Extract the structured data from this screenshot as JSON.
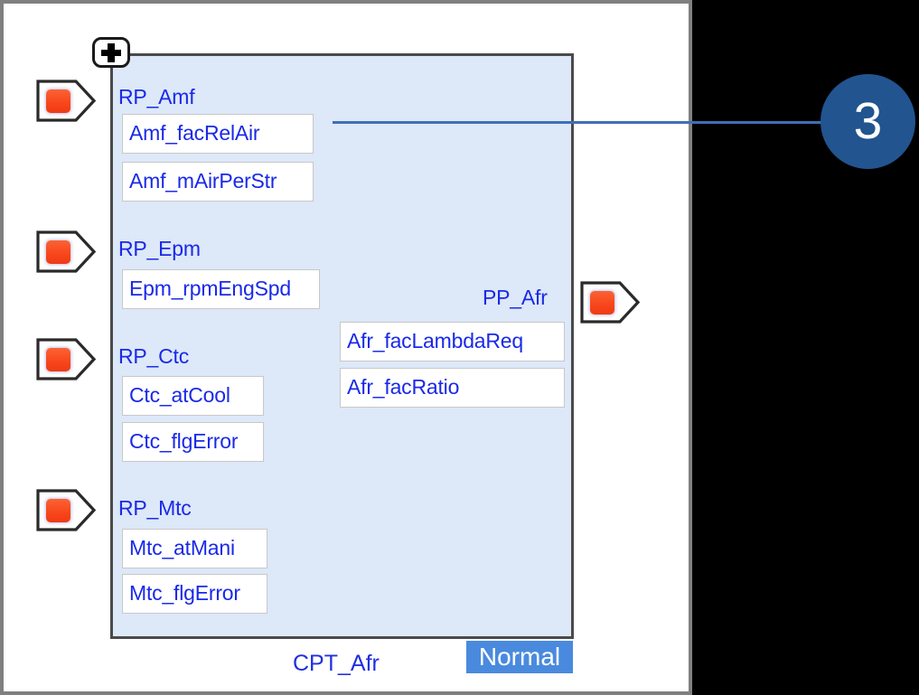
{
  "component": {
    "name": "CPT_Afr",
    "status_badge": "Normal",
    "expand_icon": "plus-icon",
    "background_color": "#dde8f8",
    "border_color": "#4a4a4a",
    "text_color": "#1a29e8"
  },
  "require_ports": [
    {
      "label": "RP_Amf",
      "port_icon": "require-port-icon",
      "elements": [
        "Amf_facRelAir",
        "Amf_mAirPerStr"
      ]
    },
    {
      "label": "RP_Epm",
      "port_icon": "require-port-icon",
      "elements": [
        "Epm_rpmEngSpd"
      ]
    },
    {
      "label": "RP_Ctc",
      "port_icon": "require-port-icon",
      "elements": [
        "Ctc_atCool",
        "Ctc_flgError"
      ]
    },
    {
      "label": "RP_Mtc",
      "port_icon": "require-port-icon",
      "elements": [
        "Mtc_atMani",
        "Mtc_flgError"
      ]
    }
  ],
  "provide_ports": [
    {
      "label": "PP_Afr",
      "port_icon": "provide-port-icon",
      "elements": [
        "Afr_facLambdaReq",
        "Afr_facRatio"
      ]
    }
  ],
  "callout": {
    "number": "3",
    "color": "#22548f",
    "line_color": "#3f6fb5"
  }
}
